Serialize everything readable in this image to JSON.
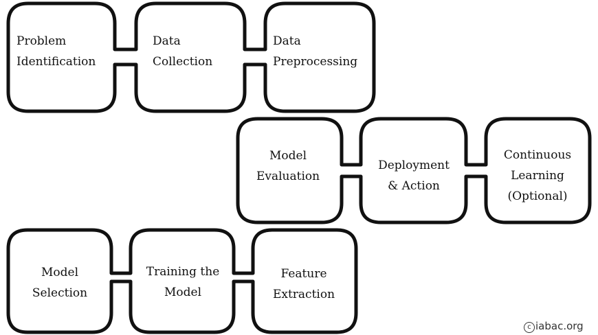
{
  "diagram": {
    "steps": [
      {
        "id": "problem-identification",
        "lines": [
          "Problem",
          "Identification"
        ]
      },
      {
        "id": "data-collection",
        "lines": [
          "Data",
          "Collection"
        ]
      },
      {
        "id": "data-preprocessing",
        "lines": [
          "Data",
          "Preprocessing"
        ]
      },
      {
        "id": "model-evaluation",
        "lines": [
          "Model",
          "Evaluation"
        ]
      },
      {
        "id": "deployment-action",
        "lines": [
          "Deployment",
          "& Action"
        ]
      },
      {
        "id": "continuous-learning",
        "lines": [
          "Continuous",
          "Learning",
          "(Optional)"
        ]
      },
      {
        "id": "model-selection",
        "lines": [
          "Model",
          "Selection"
        ]
      },
      {
        "id": "training-the-model",
        "lines": [
          "Training the",
          "Model"
        ]
      },
      {
        "id": "feature-extraction",
        "lines": [
          "Feature",
          "Extraction"
        ]
      }
    ],
    "stroke_color": "#111111"
  },
  "credit": {
    "symbol": "c",
    "text": "iabac.org"
  }
}
